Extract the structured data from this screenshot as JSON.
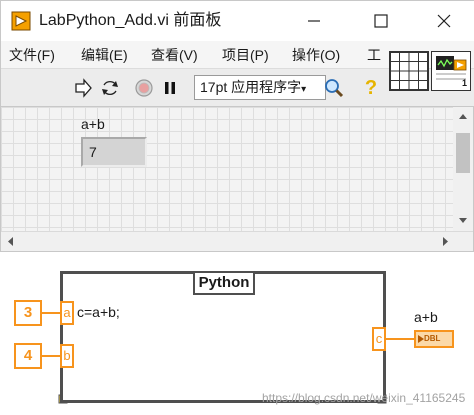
{
  "window": {
    "title": "LabPython_Add.vi 前面板"
  },
  "menu": {
    "items": [
      "文件(F)",
      "编辑(E)",
      "查看(V)",
      "项目(P)",
      "操作(O)",
      "工"
    ]
  },
  "toolbar": {
    "font": "17pt 应用程序字",
    "font_arrow": "▾",
    "help": "?"
  },
  "connector": {
    "icon_badge": "1"
  },
  "front_panel": {
    "indicator_label": "a+b",
    "indicator_value": "7"
  },
  "diagram": {
    "node_title": "Python",
    "code": "c=a+b;",
    "inputs": [
      {
        "terminal": "a",
        "constant": "3"
      },
      {
        "terminal": "b",
        "constant": "4"
      }
    ],
    "output_terminal": "c",
    "output_label": "a+b",
    "output_type": "DBL",
    "watermark": "https://blog.csdn.net/weixin_41165245"
  },
  "colors": {
    "wire_orange": "#f7941d",
    "node_border": "#4f4f4f",
    "panel_grid": "#dedede"
  }
}
